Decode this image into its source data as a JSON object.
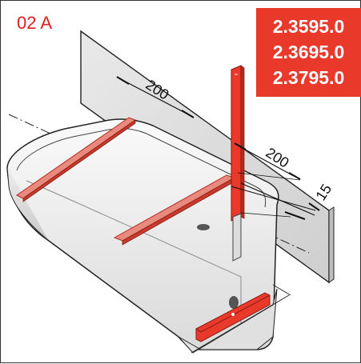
{
  "step_label": "02 A",
  "article_numbers": [
    "2.3595.0",
    "2.3695.0",
    "2.3795.0"
  ],
  "dimensions": {
    "rail_spacing": "200",
    "upright_offset": "200",
    "gap": "15"
  },
  "colors": {
    "accent_red": "#e8392b",
    "label_red": "#e02020",
    "tub_fill": "#f2f2f2",
    "rail_red": "#d9372a"
  }
}
